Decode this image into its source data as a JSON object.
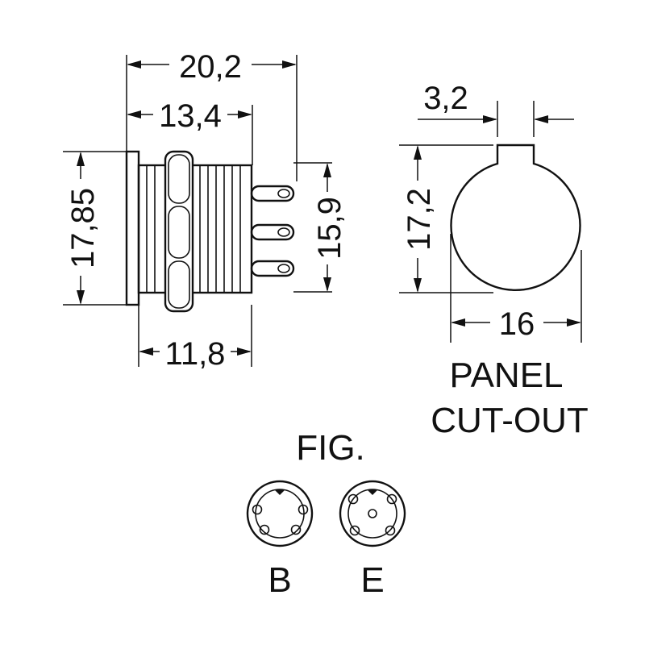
{
  "dimensions": {
    "overall_length": "20,2",
    "body_length": "13,4",
    "flange_height": "17,85",
    "pin_span": "15,9",
    "thread_length": "11,8",
    "key_width": "3,2",
    "cutout_height": "17,2",
    "cutout_diameter": "16"
  },
  "cutout": {
    "line1": "PANEL",
    "line2": "CUT-OUT"
  },
  "figure": {
    "title": "FIG.",
    "variant_b": "B",
    "variant_e": "E"
  }
}
